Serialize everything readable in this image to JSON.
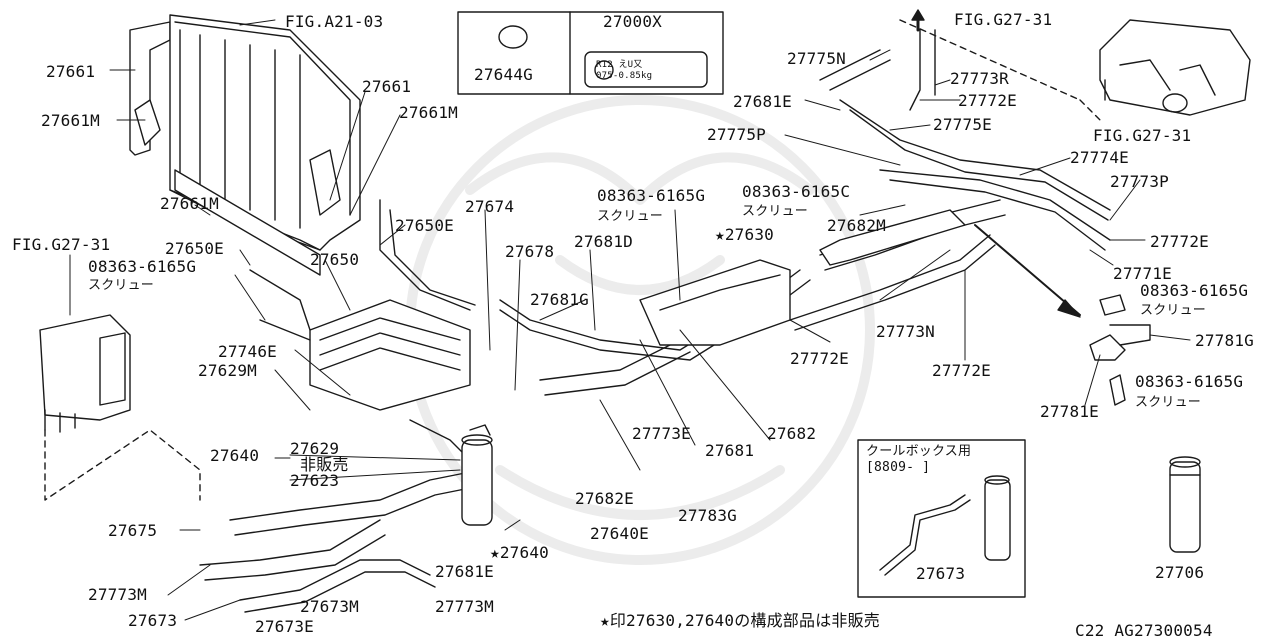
{
  "labels": {
    "fig_a21_03": "FIG.A21-03",
    "p27661_a": "27661",
    "p27661_b": "27661",
    "p27661m_a": "27661M",
    "p27661m_b": "27661M",
    "p27661m_c": "27661M",
    "fig_g27_31_left": "FIG.G27-31",
    "p27650e_a": "27650E",
    "p27650e_b": "27650E",
    "p27650": "27650",
    "p08363_left": "08363-6165G",
    "screw_left": "スクリュー",
    "p27674": "27674",
    "p27678": "27678",
    "p27681d": "27681D",
    "p27681g": "27681G",
    "p27746e": "27746E",
    "p27629m": "27629M",
    "p27640": "27640",
    "p27629": "27629",
    "not_for_sale": "非販売",
    "p27623": "27623",
    "p27675": "27675",
    "p27773m_a": "27773M",
    "p27673_a": "27673",
    "p27673e": "27673E",
    "p27673m": "27673M",
    "p27773m_b": "27773M",
    "p27681e_a": "27681E",
    "star_27640": "★27640",
    "p27640e": "27640E",
    "p27682e": "27682E",
    "p27783g": "27783G",
    "p27681": "27681",
    "p27773e": "27773E",
    "p27682": "27682",
    "p08363_mid1": "08363-6165G",
    "screw_mid1": "スクリュー",
    "p08363_mid2": "08363-6165C",
    "screw_mid2": "スクリュー",
    "star_27630": "★27630",
    "p27682m": "27682M",
    "p27772e_a": "27772E",
    "p27773n": "27773N",
    "p27772e_b": "27772E",
    "p27644g": "27644G",
    "p27000x": "27000X",
    "tag_line1": "R12 えU又",
    "tag_line2": "075-0.85kg",
    "fig_g27_31_top": "FIG.G27-31",
    "p27775n": "27775N",
    "p27773r": "27773R",
    "p27772e_c": "27772E",
    "p27681e_b": "27681E",
    "p27775e": "27775E",
    "p27775p": "27775P",
    "p27774e": "27774E",
    "fig_g27_31_right": "FIG.G27-31",
    "p27773p": "27773P",
    "p27772e_d": "27772E",
    "p27771e": "27771E",
    "p08363_right1": "08363-6165G",
    "screw_right1": "スクリュー",
    "p27781g": "27781G",
    "p27781e": "27781E",
    "p08363_right2": "08363-6165G",
    "screw_right2": "スクリュー",
    "coolbox_title": "クールボックス用",
    "coolbox_date": "[8809-     ]",
    "p27673_b": "27673",
    "p27706": "27706",
    "footnote": "★印27630,27640の構成部品は非販売",
    "diagram_code": "C22  AG27300054"
  }
}
